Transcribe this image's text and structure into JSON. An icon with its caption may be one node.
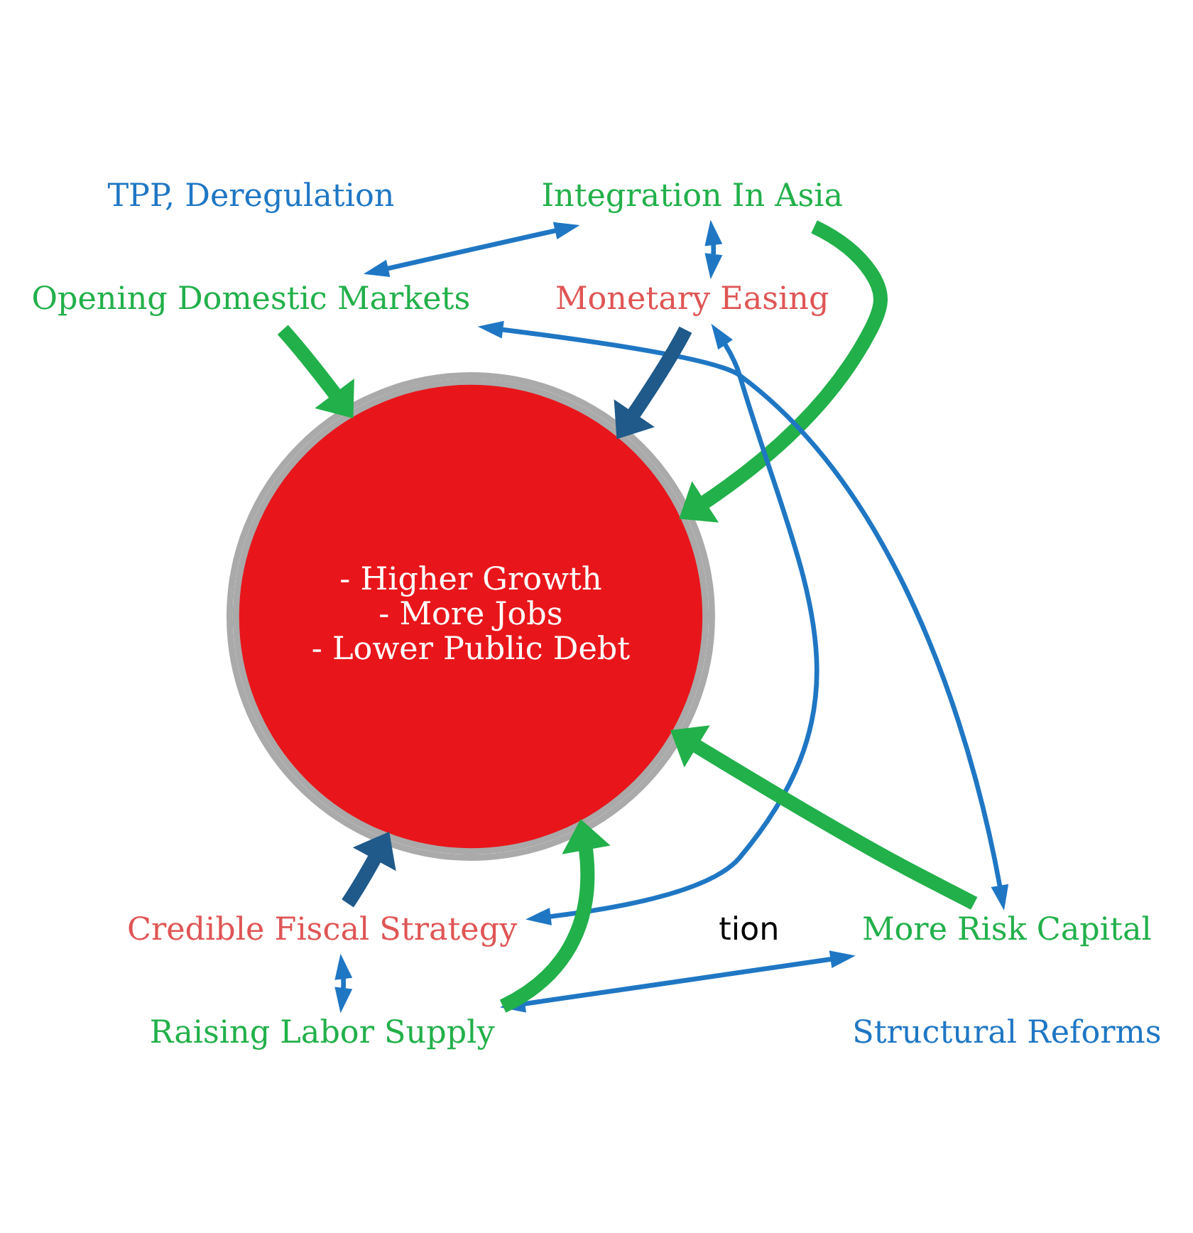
{
  "diagram": {
    "nodes": [
      {
        "text": [
          "TPP, Deregulation"
        ]
      },
      {
        "text": [
          "Integration In Asia"
        ]
      },
      {
        "text": [
          "Opening Domestic Markets"
        ]
      },
      {
        "text": [
          "Monetary Easing"
        ]
      },
      {
        "text": [
          "- Higher Growth",
          "- More Jobs",
          "- Lower Public Debt"
        ]
      },
      {
        "text": [
          "More Risk Capital"
        ]
      },
      {
        "text": [
          "Credible Fiscal Strategy"
        ]
      },
      {
        "text": [
          "Raising Labor Supply"
        ]
      },
      {
        "text": [
          "Structural Reforms"
        ]
      }
    ],
    "edges": [
      {
        "from": 2,
        "to": 1,
        "arrow": "both"
      },
      {
        "from": 1,
        "to": 3,
        "arrow": "both"
      },
      {
        "from": 3,
        "to": 6,
        "arrow": "both"
      },
      {
        "from": 6,
        "to": 7,
        "arrow": "both"
      },
      {
        "from": 5,
        "to": 7,
        "arrow": "both"
      },
      {
        "from": 2,
        "to": 5,
        "arrow": "both"
      },
      {
        "from": 1,
        "to": 4,
        "arrow": "to",
        "style": "thick",
        "color": "#22b04a"
      },
      {
        "from": 2,
        "to": 4,
        "arrow": "to",
        "style": "thick",
        "color": "#22b04a"
      },
      {
        "from": 3,
        "to": 4,
        "arrow": "to",
        "style": "thick",
        "color": "#1f5a8a"
      },
      {
        "from": 6,
        "to": 4,
        "arrow": "to",
        "style": "thick",
        "color": "#1f5a8a"
      },
      {
        "from": 7,
        "to": 4,
        "arrow": "to",
        "style": "thick",
        "color": "#22b04a"
      },
      {
        "from": 5,
        "to": 4,
        "arrow": "to",
        "style": "thick",
        "color": "#22b04a"
      }
    ],
    "labels": [
      "tion"
    ]
  }
}
